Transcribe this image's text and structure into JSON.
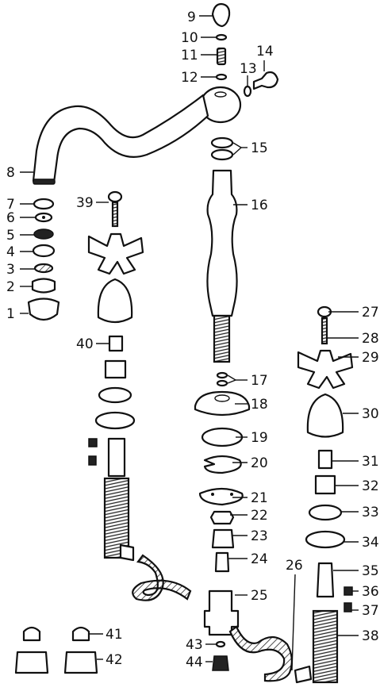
{
  "diagram": {
    "labels": [
      "1",
      "2",
      "3",
      "4",
      "5",
      "6",
      "7",
      "8",
      "9",
      "10",
      "11",
      "12",
      "13",
      "14",
      "15",
      "16",
      "17",
      "18",
      "19",
      "20",
      "21",
      "22",
      "23",
      "24",
      "25",
      "26",
      "27",
      "28",
      "29",
      "30",
      "31",
      "32",
      "33",
      "34",
      "35",
      "36",
      "37",
      "38",
      "39",
      "40",
      "41",
      "42",
      "43",
      "44"
    ]
  }
}
